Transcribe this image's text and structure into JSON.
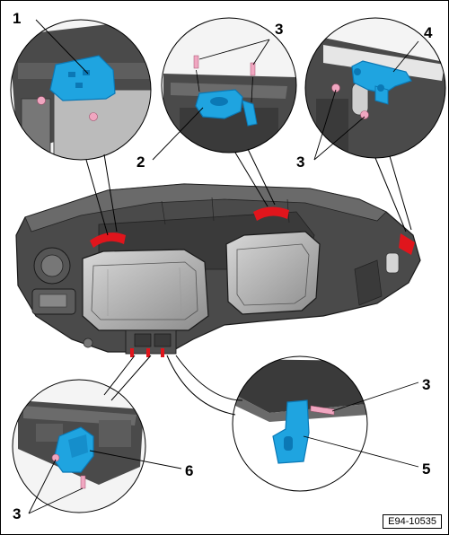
{
  "callouts": {
    "c1": "1",
    "c2": "2",
    "c3a": "3",
    "c3b": "3",
    "c3c": "3",
    "c3d": "3",
    "c4": "4",
    "c5": "5",
    "c6": "6"
  },
  "figure_id": "E94-10535",
  "colors": {
    "bracket": "#1fa4e0",
    "bracket_dark": "#0b78b5",
    "screw": "#f0a6c0",
    "highlight_red": "#e0151c",
    "housing_dark": "#3c3c3c",
    "housing_mid": "#6e6e6e",
    "housing_light": "#b9b9b9"
  }
}
